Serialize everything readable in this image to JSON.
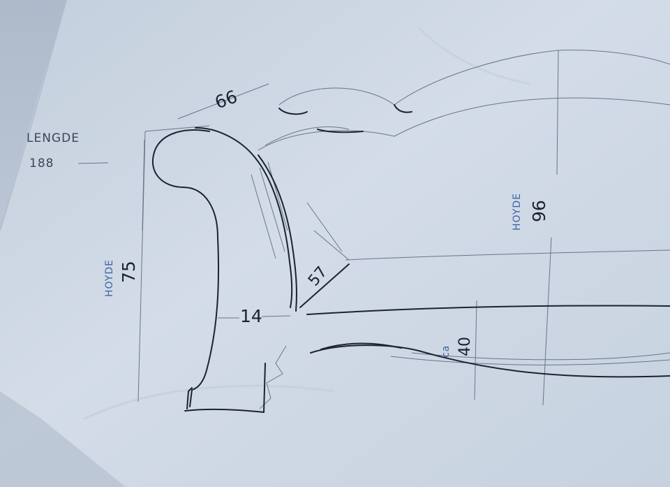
{
  "annotations": {
    "length_label": "LENGDE",
    "length_value": "188",
    "arm_top_width": "66",
    "arm_height_label": "HOYDE",
    "arm_height_value": "75",
    "back_height_label": "HOYDE",
    "back_height_value": "96",
    "seat_depth": "57",
    "arm_thickness": "14",
    "seat_height_prefix": "ca",
    "seat_height_value": "40"
  },
  "colors": {
    "paper": "#cdd7e3",
    "ink": "#1c2230",
    "pencil": "#56647a",
    "blue_ink": "#3f63a8"
  }
}
